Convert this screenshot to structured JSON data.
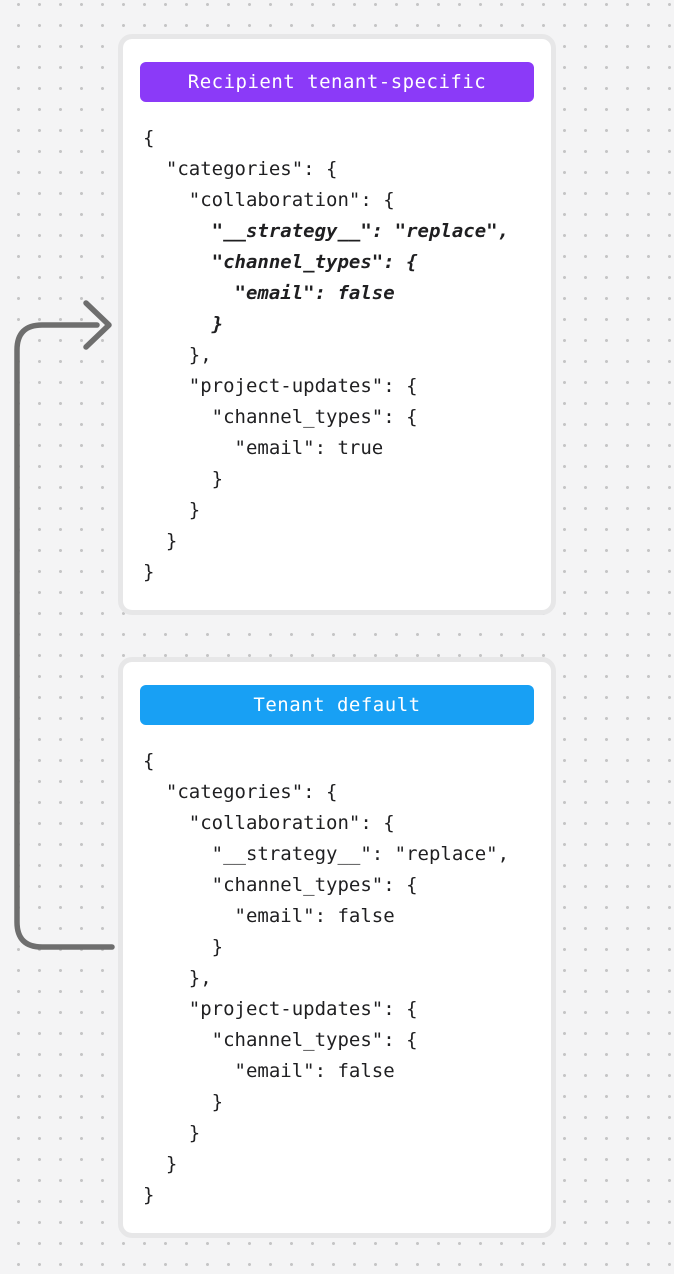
{
  "canvas": {
    "background_color": "#f4f4f5",
    "dot_color": "#c5c5c6"
  },
  "arrow": {
    "color": "#6e6e6e",
    "meaning": "merge-from-tenant-default-into-recipient-tenant-specific"
  },
  "cards": [
    {
      "id": "recipient-tenant-specific",
      "badge": {
        "label": "Recipient tenant-specific",
        "color": "#8b3af8"
      },
      "code_lines": [
        {
          "text": "{",
          "emphasized": false
        },
        {
          "text": "  \"categories\": {",
          "emphasized": false
        },
        {
          "text": "    \"collaboration\": {",
          "emphasized": false
        },
        {
          "text": "      \"__strategy__\": \"replace\",",
          "emphasized": true
        },
        {
          "text": "      \"channel_types\": {",
          "emphasized": true
        },
        {
          "text": "        \"email\": false",
          "emphasized": true
        },
        {
          "text": "      }",
          "emphasized": true
        },
        {
          "text": "    },",
          "emphasized": false
        },
        {
          "text": "    \"project-updates\": {",
          "emphasized": false
        },
        {
          "text": "      \"channel_types\": {",
          "emphasized": false
        },
        {
          "text": "        \"email\": true",
          "emphasized": false
        },
        {
          "text": "      }",
          "emphasized": false
        },
        {
          "text": "    }",
          "emphasized": false
        },
        {
          "text": "  }",
          "emphasized": false
        },
        {
          "text": "}",
          "emphasized": false
        }
      ]
    },
    {
      "id": "tenant-default",
      "badge": {
        "label": "Tenant default",
        "color": "#18a0f4"
      },
      "code_lines": [
        {
          "text": "{",
          "emphasized": false
        },
        {
          "text": "  \"categories\": {",
          "emphasized": false
        },
        {
          "text": "    \"collaboration\": {",
          "emphasized": false
        },
        {
          "text": "      \"__strategy__\": \"replace\",",
          "emphasized": false
        },
        {
          "text": "      \"channel_types\": {",
          "emphasized": false
        },
        {
          "text": "        \"email\": false",
          "emphasized": false
        },
        {
          "text": "      }",
          "emphasized": false
        },
        {
          "text": "    },",
          "emphasized": false
        },
        {
          "text": "    \"project-updates\": {",
          "emphasized": false
        },
        {
          "text": "      \"channel_types\": {",
          "emphasized": false
        },
        {
          "text": "        \"email\": false",
          "emphasized": false
        },
        {
          "text": "      }",
          "emphasized": false
        },
        {
          "text": "    }",
          "emphasized": false
        },
        {
          "text": "  }",
          "emphasized": false
        },
        {
          "text": "}",
          "emphasized": false
        }
      ]
    }
  ]
}
